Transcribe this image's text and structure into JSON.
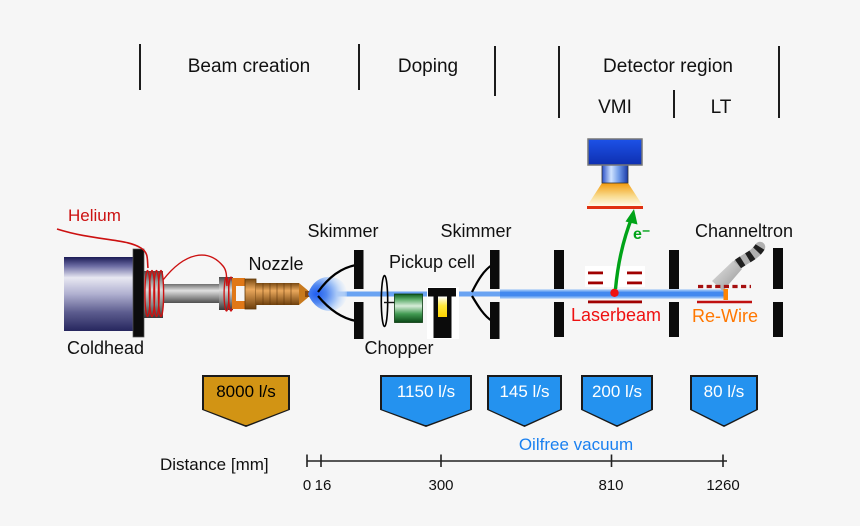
{
  "colors": {
    "background": "#f6f6f6",
    "beam_blue": "#4289ef",
    "badge_blue": "#2492ef",
    "badge_amber": "#d29414",
    "helium_red": "#cc1111",
    "laserbeam_red": "#ee1111",
    "rewire_orange": "#ff7700",
    "oilfree_blue": "#1a80f0",
    "electron_green": "#00a318",
    "vmi_detector_blue": "#1d52e8",
    "electrode_dark_red": "#a00000"
  },
  "header": {
    "sections": [
      {
        "label": "Beam creation"
      },
      {
        "label": "Doping"
      },
      {
        "label": "Detector region"
      }
    ],
    "detector_subsections": [
      {
        "label": "VMI"
      },
      {
        "label": "LT"
      }
    ]
  },
  "labels": {
    "helium": "Helium",
    "coldhead": "Coldhead",
    "nozzle": "Nozzle",
    "skimmer1": "Skimmer",
    "skimmer2": "Skimmer",
    "pickup_cell": "Pickup cell",
    "chopper": "Chopper",
    "laserbeam": "Laserbeam",
    "electron": "e⁻",
    "channeltron": "Channeltron",
    "rewire": "Re-Wire"
  },
  "pumps": [
    {
      "label": "8000 l/s"
    },
    {
      "label": "1150 l/s"
    },
    {
      "label": "145 l/s"
    },
    {
      "label": "200 l/s"
    },
    {
      "label": "80 l/s"
    }
  ],
  "vacuum_note": "Oilfree vacuum",
  "axis": {
    "title": "Distance [mm]",
    "ticks": [
      {
        "label": "0"
      },
      {
        "label": "16"
      },
      {
        "label": "300"
      },
      {
        "label": "810"
      },
      {
        "label": "1260"
      }
    ]
  }
}
